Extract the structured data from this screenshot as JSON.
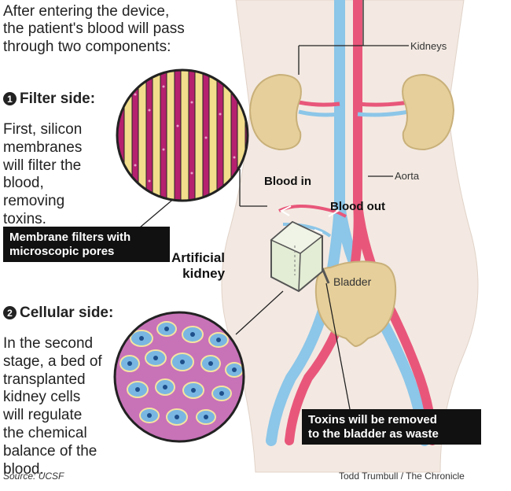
{
  "intro": "After entering the device,\nthe patient's blood will pass\nthrough two components:",
  "filter_side": {
    "number": "1",
    "title": "Filter side:",
    "text": "First, silicon\nmembranes\nwill filter the\nblood,\nremoving\ntoxins."
  },
  "membrane_box": "Membrane filters with\nmicroscopic pores",
  "cellular_side": {
    "number": "2",
    "title": "Cellular side:",
    "text": "In the second\nstage, a bed of\ntransplanted\nkidney cells\nwill regulate\nthe chemical\nbalance of the\nblood."
  },
  "labels": {
    "kidneys": "Kidneys",
    "aorta": "Aorta",
    "blood_in": "Blood in",
    "blood_out": "Blood out",
    "artificial_kidney": "Artificial\nkidney",
    "bladder": "Bladder"
  },
  "toxins_box": "Toxins will be removed\nto the bladder as waste",
  "source": "Source: UCSF",
  "credit": "Todd Trumbull / The Chronicle",
  "colors": {
    "artery": "#e8577a",
    "vein": "#8cc6e8",
    "kidney": "#e6cf9a",
    "body": "#f3e9e2",
    "filter_bg": "#b5216e",
    "filter_bar": "#f2dd8c",
    "cell_bg": "#c872b8",
    "cell": "#7ab6e2"
  }
}
